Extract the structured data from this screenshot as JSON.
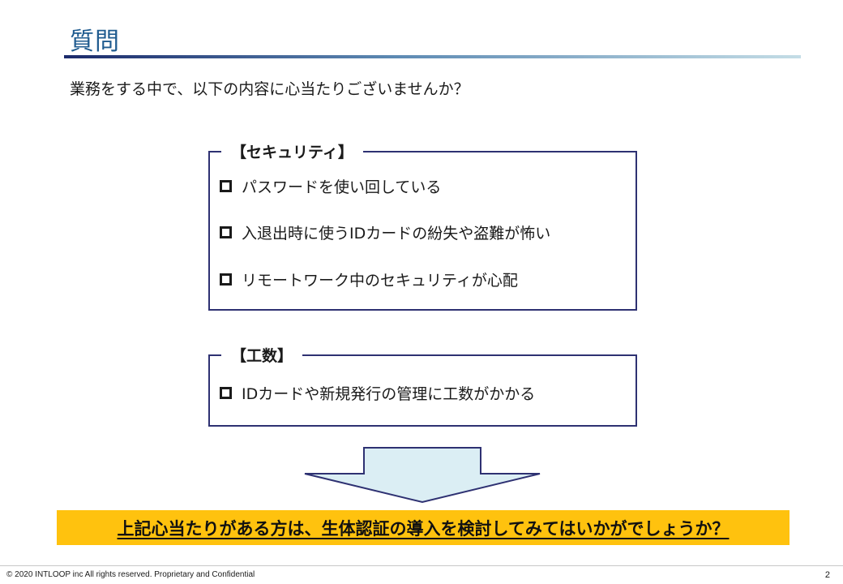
{
  "slide": {
    "title": "質問",
    "intro": "業務をする中で、以下の内容に心当たりございませんか？"
  },
  "sections": [
    {
      "label": "【セキュリティ】",
      "items": [
        "パスワードを使い回している",
        "入退出時に使うIDカードの紛失や盗難が怖い",
        "リモートワーク中のセキュリティが心配"
      ]
    },
    {
      "label": "【工数】",
      "items": [
        "IDカードや新規発行の管理に工数がかかる"
      ]
    }
  ],
  "conclusion": "上記心当たりがある方は、生体認証の導入を検討してみてはいかがでしょうか？",
  "footer": {
    "copyright": "© 2020 INTLOOP inc All rights reserved.  Proprietary and Confidential",
    "page_number": "2"
  },
  "colors": {
    "title": "#1f5b8f",
    "box_border": "#2e3172",
    "arrow_fill": "#dbeef4",
    "arrow_stroke": "#2e3172",
    "highlight": "#ffc20e"
  }
}
